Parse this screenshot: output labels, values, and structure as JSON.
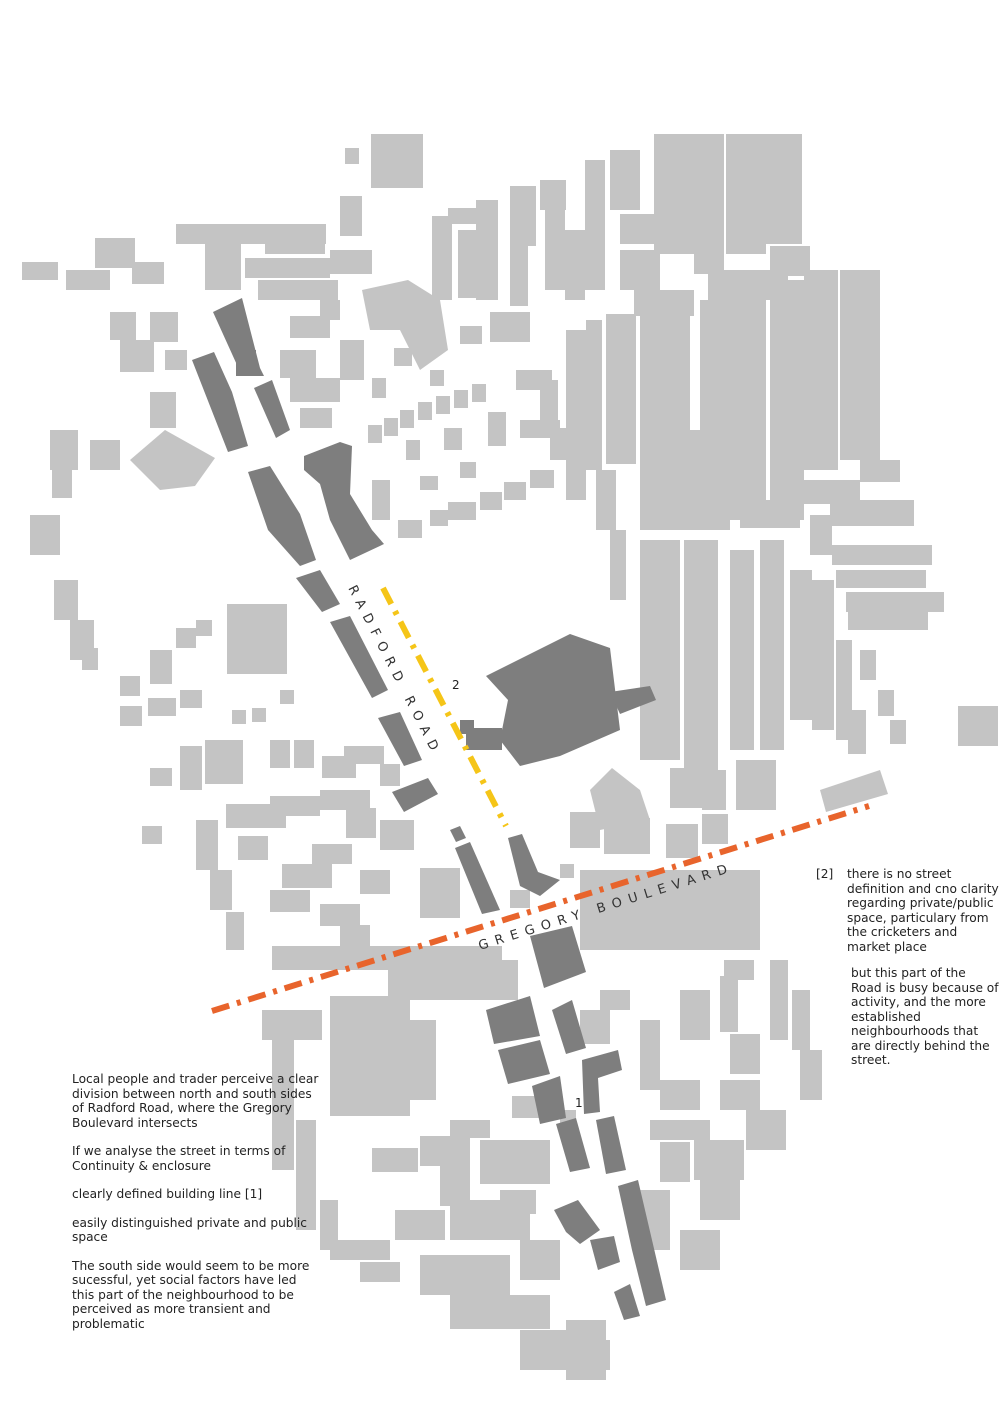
{
  "map": {
    "roads": [
      {
        "name": "RADFORD ROAD",
        "line_color": "#f5c518",
        "style": "dash-dot"
      },
      {
        "name": "GREGORY BOULEVARD",
        "line_color": "#e8642c",
        "style": "dash-dot"
      }
    ],
    "markers": [
      "1",
      "2"
    ],
    "colors": {
      "buildings_context": "#c4c4c4",
      "buildings_frontage": "#7e7e7e"
    }
  },
  "notes": {
    "left": [
      "Local people and trader perceive a clear division between north and south sides of Radford Road, where the Gregory Boulevard intersects",
      "If we analyse the street in terms of Continuity & enclosure",
      "clearly defined building line  [1]",
      "easily distinguished private and public space",
      "The south side would seem to be more sucessful, yet social factors have led this part of the neighbourhood to be perceived as more transient and problematic"
    ],
    "right_ref": "[2]",
    "right": [
      "there is no street definition and cno clarity regarding private/public space, particulary from the cricketers and market place",
      "but this part of the Road is busy because of activity, and the more established neighbourhoods that are directly behind the street."
    ]
  }
}
